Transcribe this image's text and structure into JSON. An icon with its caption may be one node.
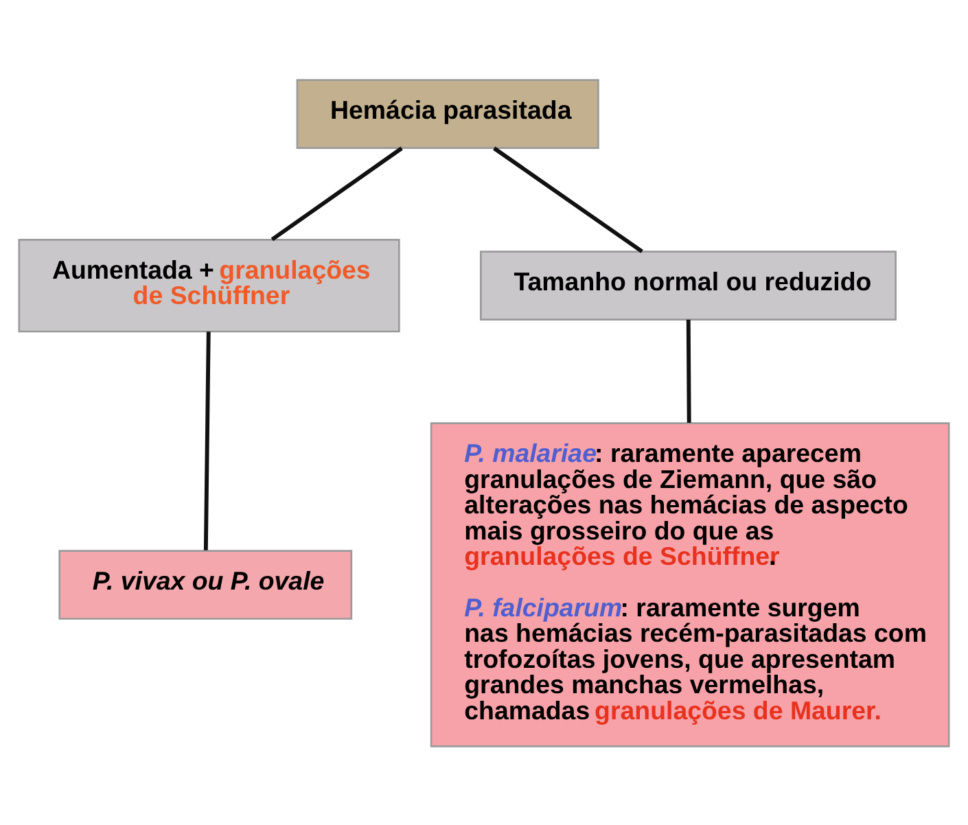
{
  "diagram": {
    "nodes": [
      {
        "text": [
          "Hemácia parasitada"
        ]
      },
      {
        "text": [
          "Aumentada + **granulações de Schüffner**"
        ]
      },
      {
        "text": [
          "Tamanho normal ou reduzido"
        ]
      },
      {
        "text": [
          "P. vivax ou P. ovale"
        ]
      },
      {
        "text": [
          "*P. malariae*: raramente aparecem granulações de Ziemann, que são alterações nas hemácias de aspecto mais grosseiro do que as **granulações de Schüffner**.",
          "*P. falciparum*: raramente surgem nas hemácias recém-parasitadas com trofozoítas jovens, que apresentam grandes manchas vermelhas, chamadas **granulações de Maurer.**"
        ]
      }
    ],
    "edges": [
      {
        "from": 0,
        "to": 1,
        "arrow": "none"
      },
      {
        "from": 0,
        "to": 2,
        "arrow": "none"
      },
      {
        "from": 1,
        "to": 3,
        "arrow": "none"
      },
      {
        "from": 2,
        "to": 4,
        "arrow": "none"
      }
    ]
  }
}
